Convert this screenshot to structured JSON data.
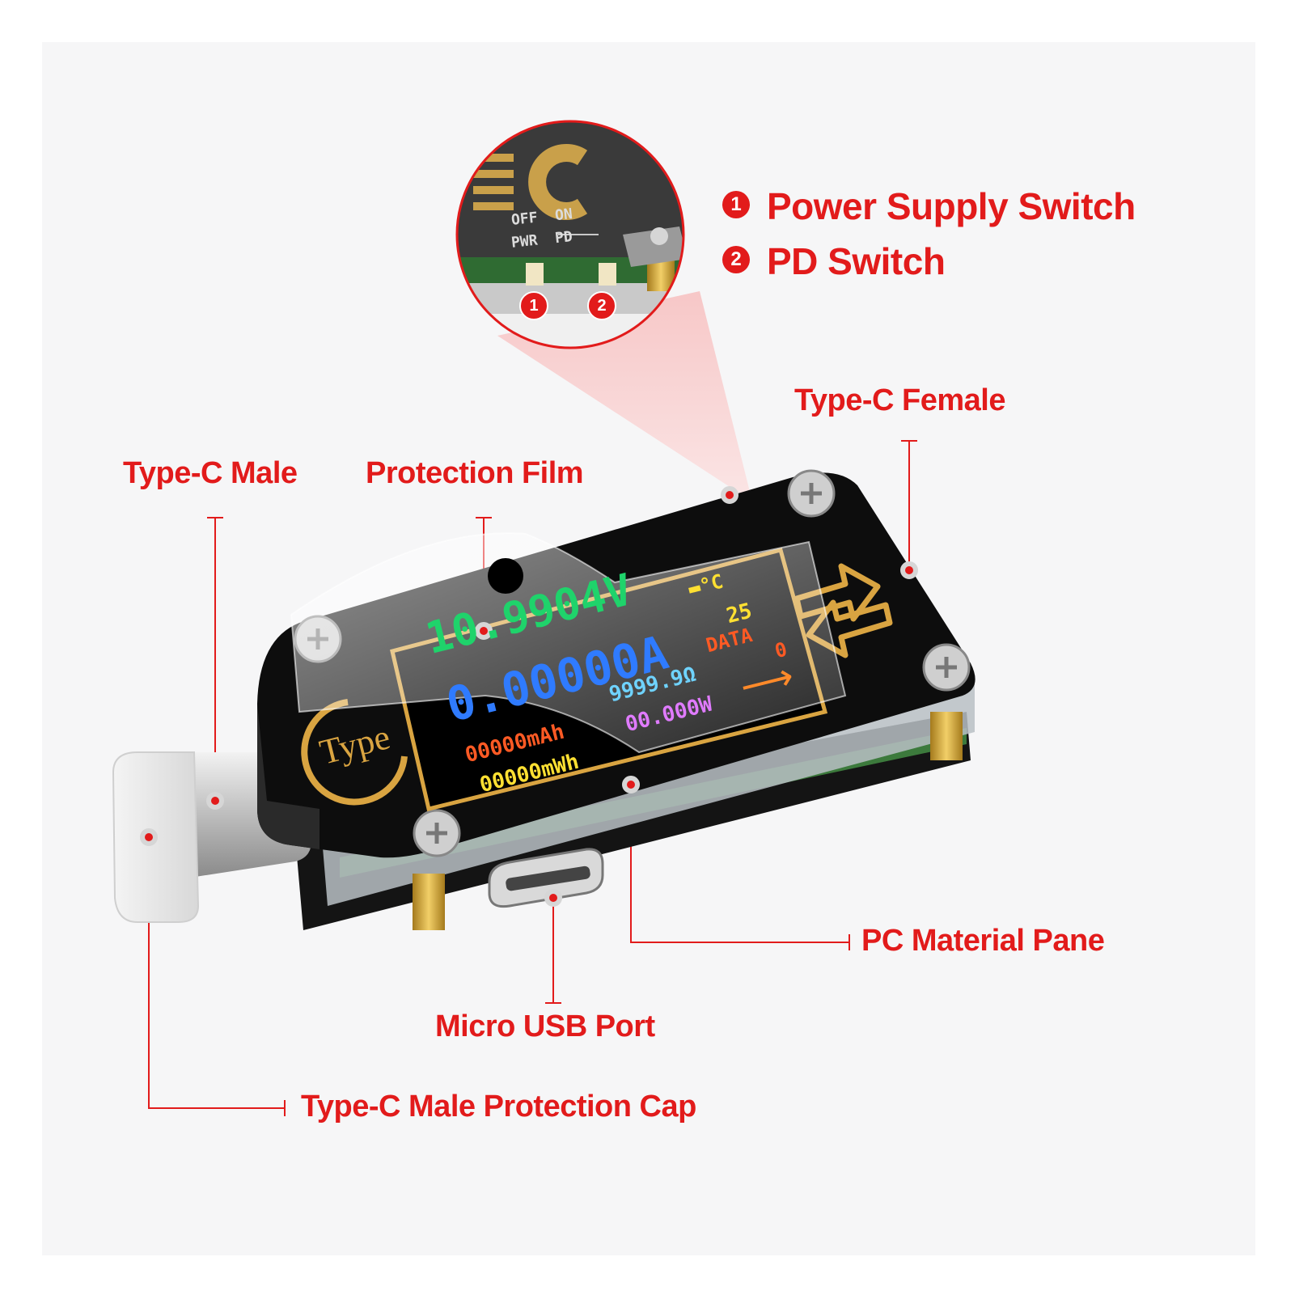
{
  "colors": {
    "accent_red": "#e21b1b",
    "device_body": "#0d0d0d",
    "frame_gold": "#d9a441",
    "lcd_green": "#1fd36b",
    "lcd_blue": "#2f7bff",
    "lcd_cyan": "#6fd3ff",
    "lcd_orange": "#ff5a24",
    "lcd_yellow": "#ffe032",
    "lcd_pink": "#e07bff"
  },
  "zoom_detail": {
    "switch_labels": [
      "OFF",
      "ON"
    ],
    "pins_labels": [
      "PWR",
      "PD"
    ],
    "markers": [
      "1",
      "2"
    ]
  },
  "legend": [
    {
      "number": "1",
      "text": "Power Supply Switch"
    },
    {
      "number": "2",
      "text": "PD Switch"
    }
  ],
  "callouts": {
    "type_c_female": "Type-C Female",
    "type_c_male": "Type-C Male",
    "protection_film": "Protection Film",
    "pc_material_pane": "PC Material Pane",
    "micro_usb_port": "Micro USB Port",
    "type_c_male_cap": "Type-C Male Protection Cap"
  },
  "device": {
    "logo_text": "Type",
    "lcd": {
      "voltage": "10.9904V",
      "current": "0.00000A",
      "resistance": "9999.9Ω",
      "power": "00.000W",
      "capacity": "00000mAh",
      "energy": "00000mWh",
      "temperature_unit": "°C",
      "temperature": "25",
      "data_label": "DATA",
      "data_value": "0"
    }
  }
}
